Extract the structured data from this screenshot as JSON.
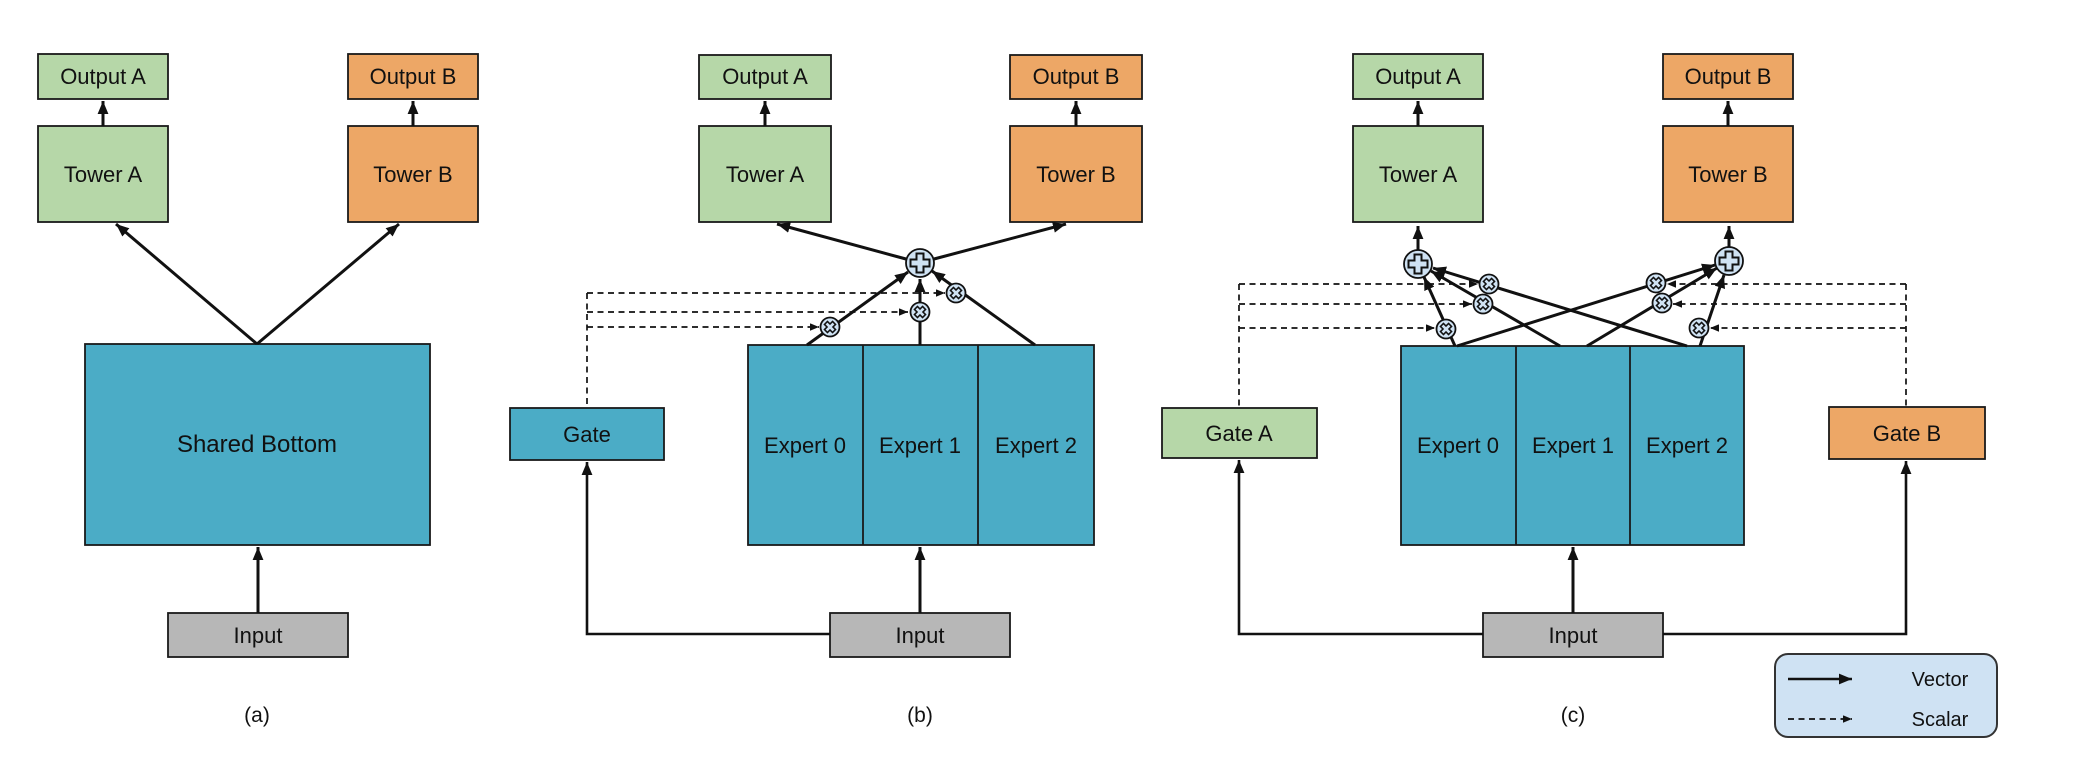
{
  "palette": {
    "green": "#b6d7a8",
    "orange": "#eda766",
    "blue": "#4bacc6",
    "gray": "#b7b7b7",
    "light_blue": "#cfe2f3",
    "line": "#111111"
  },
  "panels": {
    "a": {
      "label": "(a)",
      "output_a": "Output A",
      "tower_a": "Tower A",
      "output_b": "Output B",
      "tower_b": "Tower B",
      "shared_bottom": "Shared Bottom",
      "input": "Input"
    },
    "b": {
      "label": "(b)",
      "output_a": "Output A",
      "tower_a": "Tower A",
      "output_b": "Output B",
      "tower_b": "Tower B",
      "gate": "Gate",
      "experts": [
        "Expert 0",
        "Expert 1",
        "Expert 2"
      ],
      "input": "Input"
    },
    "c": {
      "label": "(c)",
      "output_a": "Output A",
      "tower_a": "Tower A",
      "output_b": "Output B",
      "tower_b": "Tower B",
      "gate_a": "Gate A",
      "gate_b": "Gate B",
      "experts": [
        "Expert 0",
        "Expert 1",
        "Expert 2"
      ],
      "input": "Input"
    }
  },
  "legend": {
    "vector": "Vector",
    "scalar": "Scalar"
  }
}
